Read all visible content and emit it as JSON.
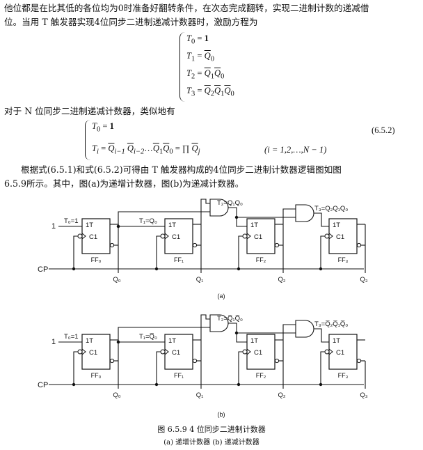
{
  "text": {
    "line1": "他位都是在比其低的各位均为0时准备好翻转条件，在次态完成翻转，实现二进制计数的递减借",
    "line2": "位。当用 T 触发器实现4位同步二进制递减计数器时，激励方程为",
    "line3": "对于 N 位同步二进制递减计数器，类似地有",
    "eq_number": "(6.5.2)",
    "range": "(i = 1,2,…,N − 1)",
    "line4": "根据式(6.5.1)和式(6.5.2)可得由 T 触发器构成的4位同步二进制计数器逻辑图如图",
    "line5": "6.5.9所示。其中，图(a)为递增计数器，图(b)为递减计数器。"
  },
  "figure": {
    "label_a": "(a)",
    "label_b": "(b)",
    "caption": "图 6.5.9   4 位同步二进制计数器",
    "subcaption": "(a) 递增计数器   (b) 递减计数器",
    "ff_t": "1T",
    "ff_c": "C1",
    "input_one": "1",
    "cp": "CP",
    "t0_label": "T₀=1",
    "a_t1": "T₁=Q₀",
    "a_t2": "T₂=Q₁Q₀",
    "a_t3": "T₃=Q₂Q₁Q₀",
    "b_t1": "T₁=Q̅₀",
    "b_t2": "T₂=Q̅₁Q̅₀",
    "b_t3": "T₃=Q̅₂Q̅₁Q̅₀",
    "ff_names": [
      "FF₀",
      "FF₁",
      "FF₂",
      "FF₃"
    ],
    "q_names": [
      "Q₀",
      "Q₁",
      "Q₂",
      "Q₃"
    ]
  }
}
